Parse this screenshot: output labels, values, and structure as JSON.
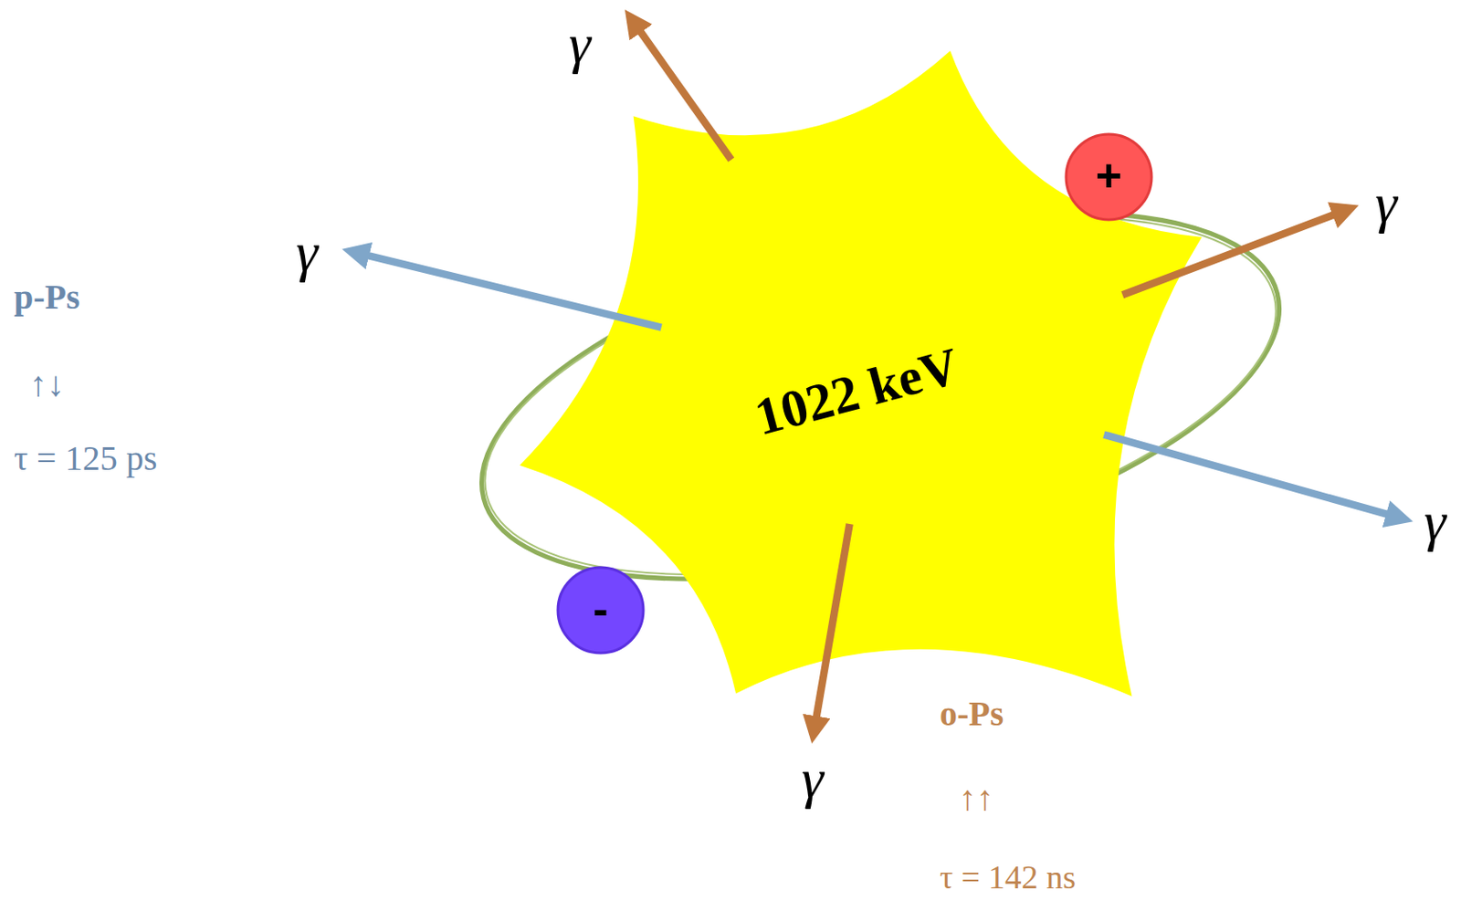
{
  "diagram": {
    "nodes": [
      {
        "text": [
          "1022 keV"
        ]
      },
      {
        "text": [
          "+"
        ]
      },
      {
        "text": [
          "-"
        ]
      }
    ],
    "labels": [
      "γ",
      "γ",
      "γ",
      "p-Ps",
      "↑↓",
      "τ = 125 ps",
      "γ",
      "γ",
      "o-Ps",
      "↑↑",
      "τ = 142 ns"
    ]
  }
}
